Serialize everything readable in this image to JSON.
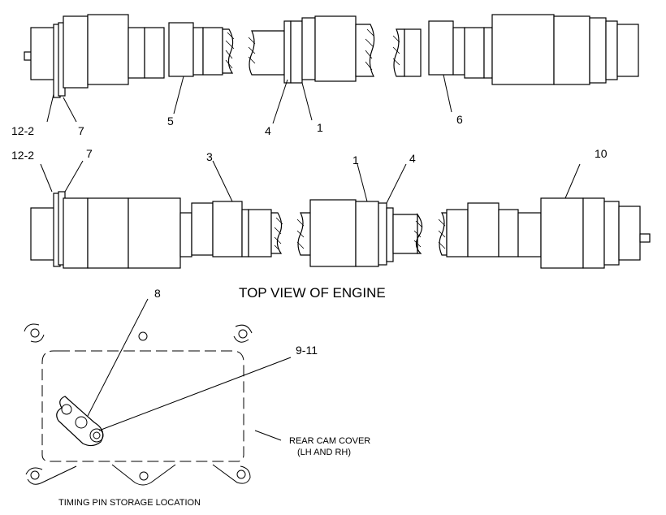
{
  "callouts": {
    "top_row": {
      "left_a": "12-2",
      "left_b": "7",
      "mid_5": "5",
      "mid_4": "4",
      "mid_1": "1",
      "right_6": "6"
    },
    "second_row": {
      "left_a": "12-2",
      "left_b": "7",
      "mid_3": "3",
      "mid_1": "1",
      "mid_4": "4",
      "right_10": "10"
    },
    "cover": {
      "pin_8": "8",
      "pin_9_11": "9-11"
    }
  },
  "captions": {
    "top_view": "TOP VIEW OF ENGINE",
    "cover_line1": "REAR CAM COVER",
    "cover_line2": "(LH AND RH)",
    "storage": "TIMING PIN STORAGE LOCATION"
  }
}
